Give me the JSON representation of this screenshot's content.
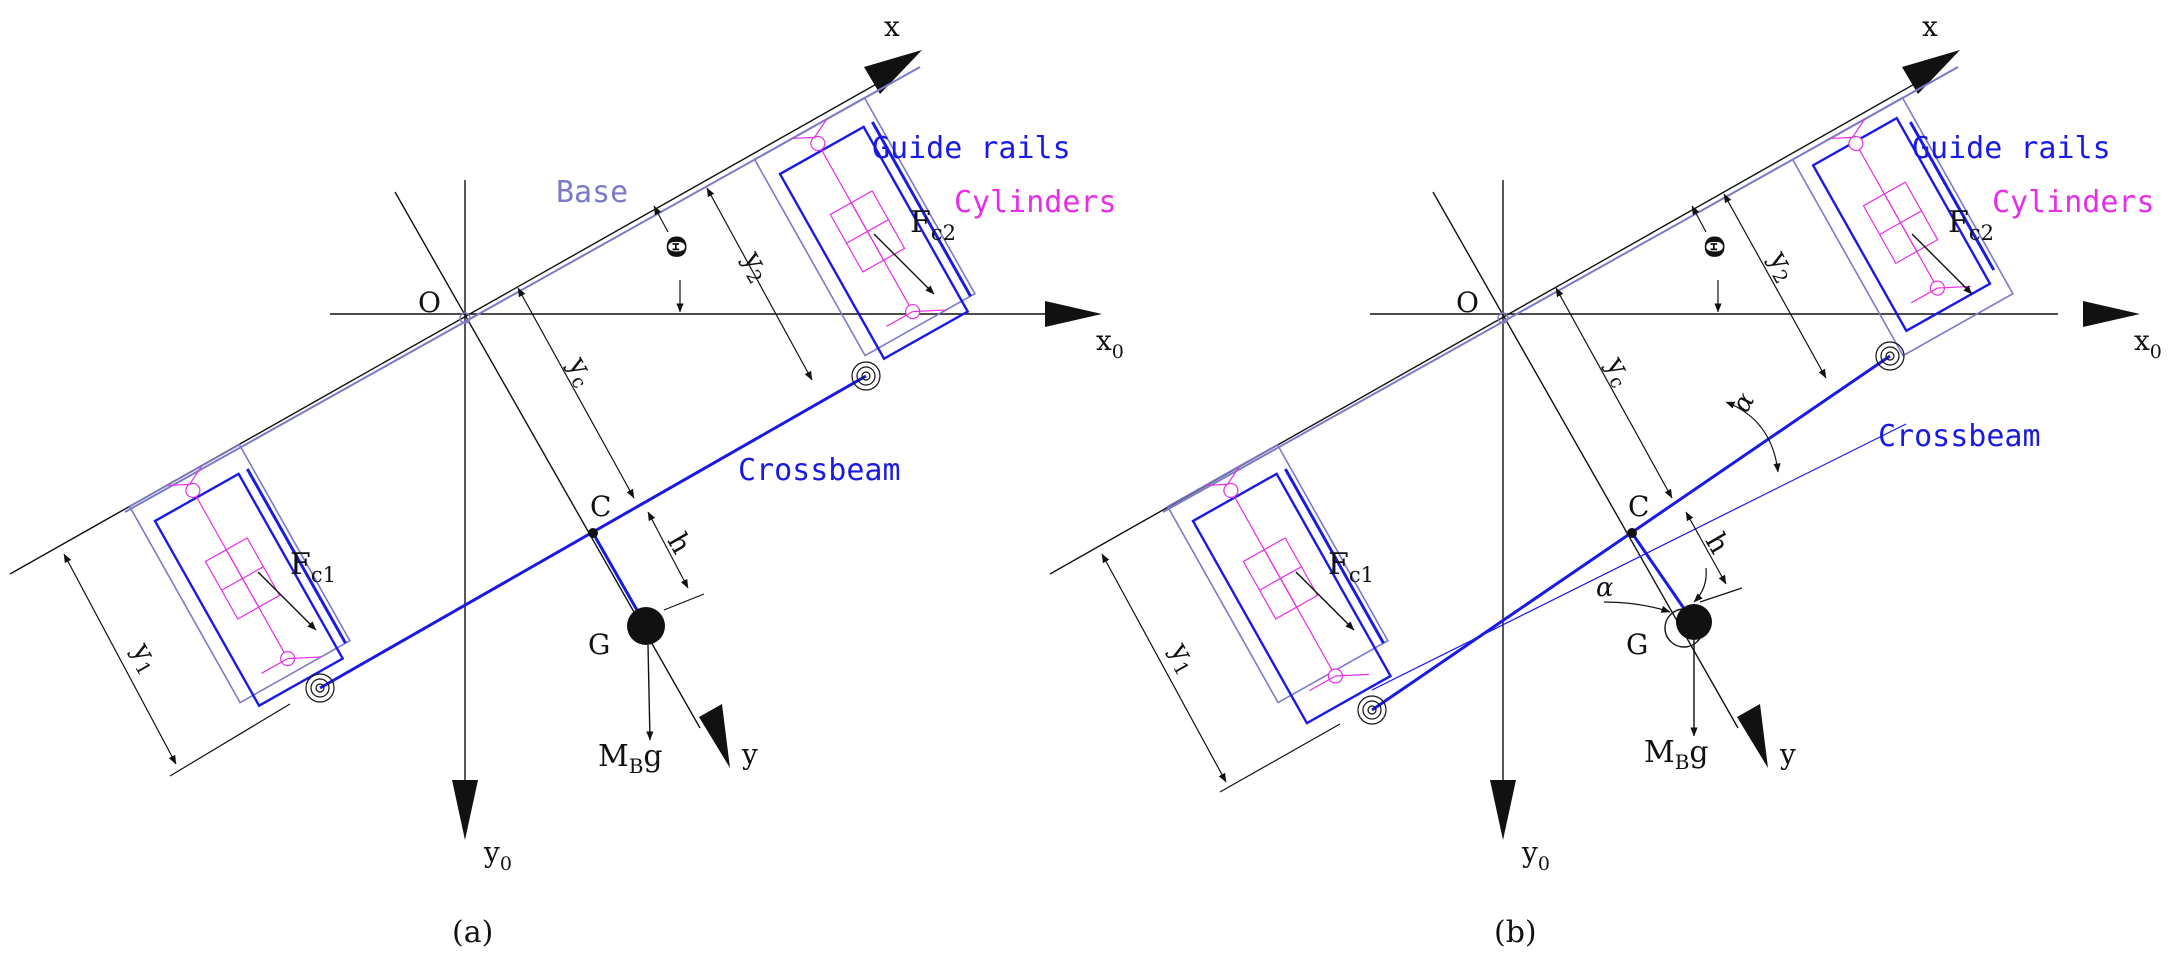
{
  "colors": {
    "ink": "#111111",
    "structure": "#1a1ae6",
    "cylinder": "#e62ee6",
    "base": "#7a7ac8"
  },
  "labels": {
    "panel_a_caption": "(a)",
    "panel_b_caption": "(b)",
    "axis_x": "x",
    "axis_x0_main": "x",
    "axis_x0_sub": "0",
    "axis_y": "y",
    "axis_y0_main": "y",
    "axis_y0_sub": "0",
    "origin": "O",
    "point_c": "C",
    "point_g": "G",
    "theta": "Θ",
    "alpha": "α",
    "y1_main": "y",
    "y1_sub": "1",
    "y2_main": "y",
    "y2_sub": "2",
    "yc_main": "y",
    "yc_sub": "c",
    "h": "h",
    "fc1_main": "F",
    "fc1_sub": "c1",
    "fc2_main": "F",
    "fc2_sub": "c2",
    "mbg_m": "M",
    "mbg_sub": "B",
    "mbg_g": "g",
    "base": "Base",
    "guide_rails": "Guide rails",
    "cylinders": "Cylinders",
    "crossbeam": "Crossbeam"
  }
}
